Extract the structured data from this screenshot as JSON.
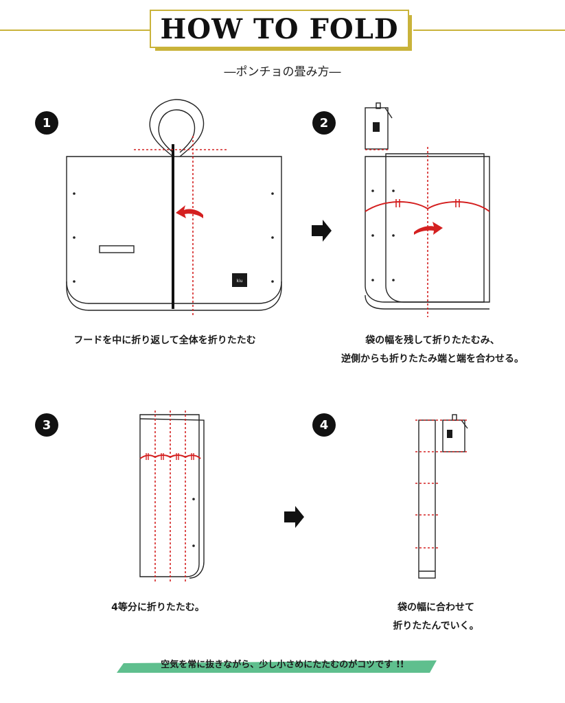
{
  "header": {
    "title": "HOW TO FOLD",
    "subtitle": "―ポンチョの畳み方―"
  },
  "steps": [
    {
      "number": "1",
      "caption": "フードを中に折り返して全体を折りたたむ"
    },
    {
      "number": "2",
      "caption_lines": [
        "袋の幅を残して折りたたむみ、",
        "逆側からも折りたたみ端と端を合わせる。"
      ]
    },
    {
      "number": "3",
      "caption": "4等分に折りたたむ。"
    },
    {
      "number": "4",
      "caption_lines": [
        "袋の幅に合わせて",
        "折りたたんでいく。"
      ]
    }
  ],
  "tip": "空気を常に抜きながら、少し小さめにたたむのがコツです !!",
  "labels": {
    "tag_text": "kiu"
  },
  "colors": {
    "gold": "#c9b33a",
    "fold_line": "#d42020",
    "outline": "#222222",
    "tip_banner": "#5fbf8e"
  }
}
